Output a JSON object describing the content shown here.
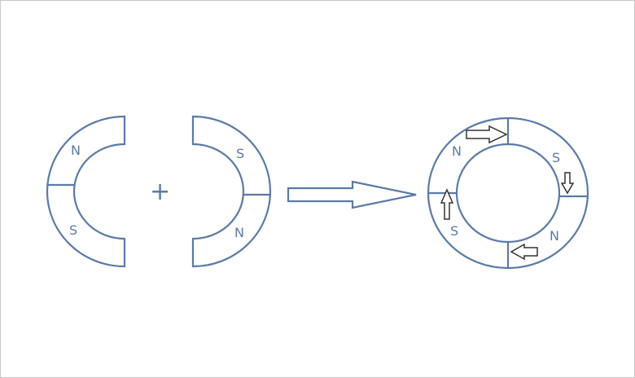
{
  "diagram": {
    "left_piece": {
      "top_label": "N",
      "bottom_label": "S"
    },
    "operator": "+",
    "right_piece": {
      "top_label": "S",
      "bottom_label": "N"
    },
    "result_ring": {
      "top_left_label": "N",
      "top_right_label": "S",
      "bottom_left_label": "S",
      "bottom_right_label": "N"
    }
  },
  "colors": {
    "stroke": "#5b7aa6",
    "arrow_outline": "#333333",
    "background": "#ffffff"
  }
}
